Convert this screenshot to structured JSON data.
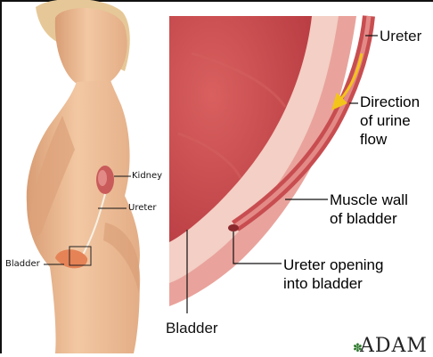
{
  "labels": {
    "kidney": "Kidney",
    "ureter_small": "Ureter",
    "bladder_small": "Bladder",
    "ureter": "Ureter",
    "direction_line1": "Direction",
    "direction_line2": "of urine",
    "direction_line3": "flow",
    "muscle_line1": "Muscle wall",
    "muscle_line2": "of bladder",
    "opening_line1": "Ureter opening",
    "opening_line2": "into bladder",
    "bladder": "Bladder"
  },
  "logo": {
    "text": "ADAM",
    "mark": "✽"
  },
  "colors": {
    "skin": "#efc29c",
    "skin_shadow": "#d99d74",
    "hair": "#e6c898",
    "tissue": "#c94a4d",
    "tissue_light": "#e79a95",
    "muscle_fiber": "#f6d8d0",
    "arrow": "#f3c41a"
  }
}
